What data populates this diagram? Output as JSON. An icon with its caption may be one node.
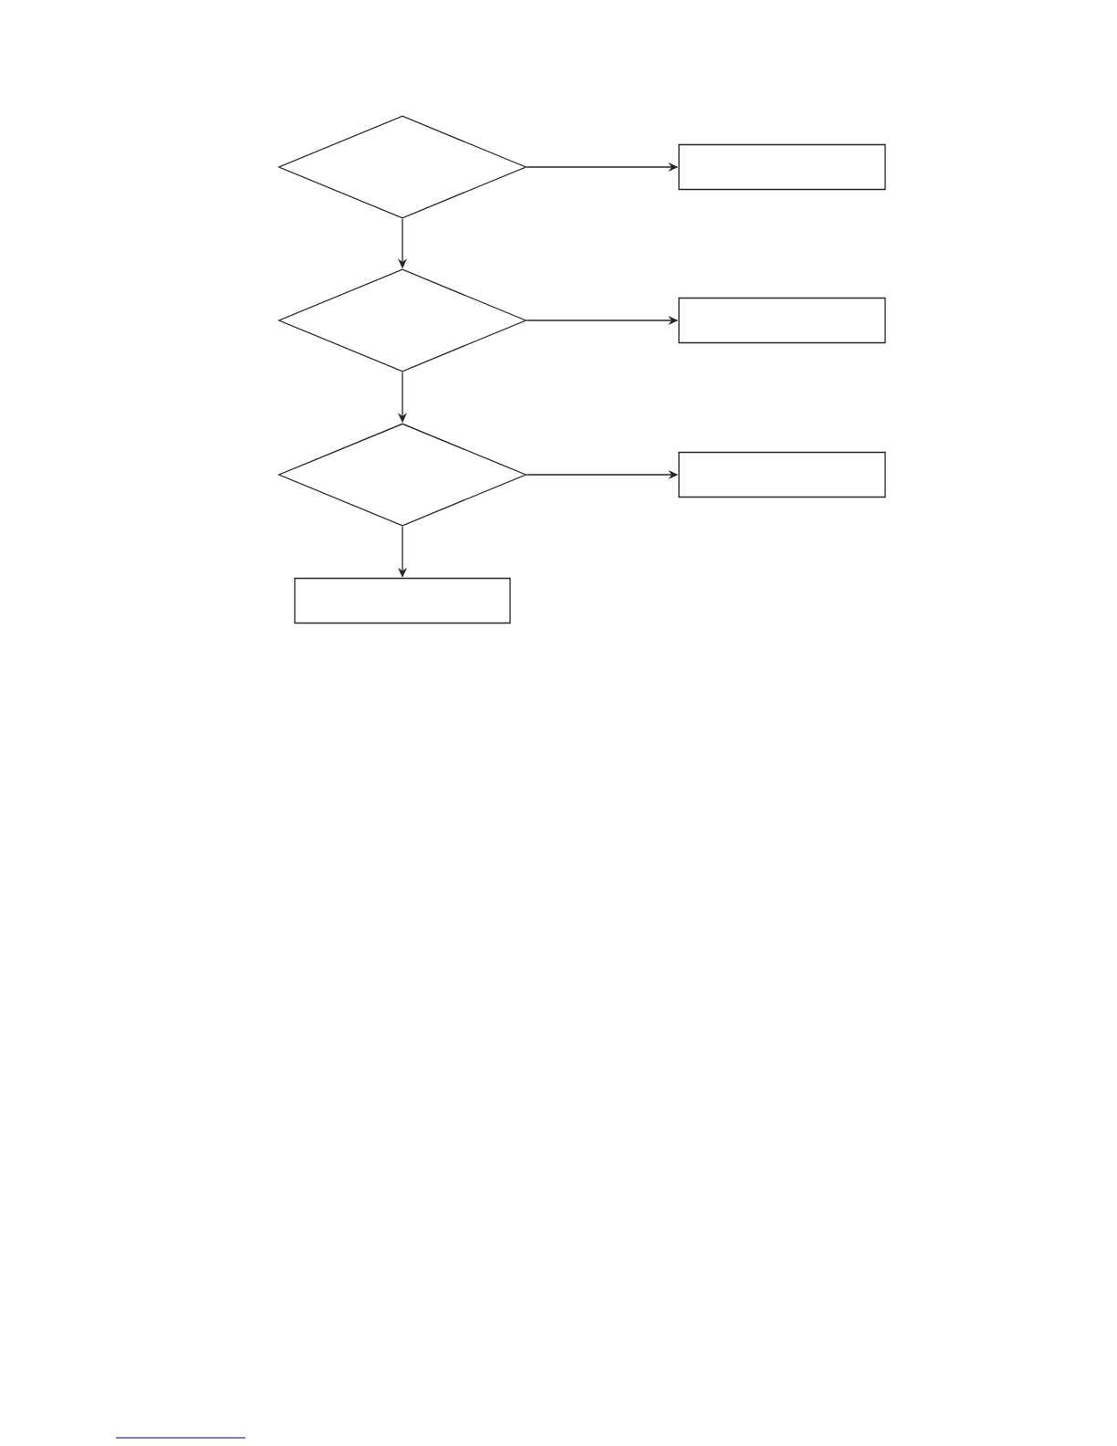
{
  "diagram": {
    "nodes": [
      {
        "text": [],
        "shape": "diamond"
      },
      {
        "text": [],
        "shape": "box"
      },
      {
        "text": [],
        "shape": "diamond"
      },
      {
        "text": [],
        "shape": "box"
      },
      {
        "text": [],
        "shape": "diamond"
      },
      {
        "text": [],
        "shape": "box"
      },
      {
        "text": [],
        "shape": "box"
      }
    ],
    "edges": [
      {
        "from": 0,
        "to": 1,
        "arrow": "to"
      },
      {
        "from": 0,
        "to": 2,
        "arrow": "to"
      },
      {
        "from": 2,
        "to": 3,
        "arrow": "to"
      },
      {
        "from": 2,
        "to": 4,
        "arrow": "to"
      },
      {
        "from": 4,
        "to": 5,
        "arrow": "to"
      },
      {
        "from": 4,
        "to": 6,
        "arrow": "to"
      }
    ]
  }
}
